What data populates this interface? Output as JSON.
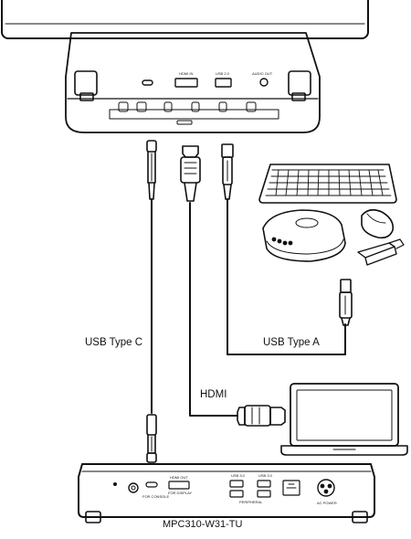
{
  "diagram": {
    "cable_labels": {
      "usb_c": "USB Type C",
      "usb_a": "USB Type A",
      "hdmi": "HDMI"
    },
    "device_name": "MPC310-W31-TU",
    "touch_panel_ports": [
      "HDMI IN",
      "USB 2.0",
      "AUDIO OUT"
    ],
    "pc_ports": [
      "FOR CONSOLE",
      "HDMI OUT",
      "FOR DISPLAY",
      "USB 3.0",
      "USB 3.0",
      "PERIPHERAL",
      "AC POWER"
    ],
    "peripherals": [
      "keyboard-icon",
      "speakerphone-icon",
      "mouse-icon",
      "usb-dongle-icon",
      "laptop-icon"
    ]
  }
}
